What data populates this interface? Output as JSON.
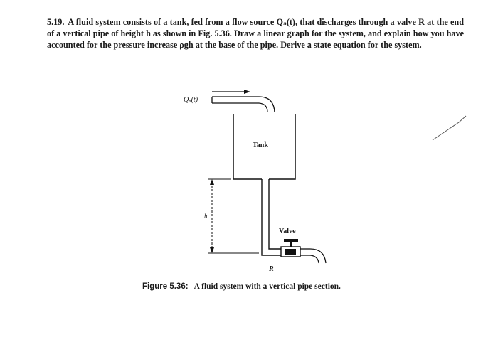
{
  "problem": {
    "number": "5.19.",
    "text": "A fluid system consists of a tank, fed from a flow source Qₛ(t), that discharges through a valve R at the end of a vertical pipe of height h as shown in Fig. 5.36. Draw a linear graph for the system, and explain how you have accounted for the pressure increase ρgh at the base of the pipe. Derive a state equation for the system."
  },
  "figure": {
    "source_label": "Qₛ(t)",
    "tank_label": "Tank",
    "height_label": "h",
    "valve_label": "Valve",
    "resistance_label": "R",
    "caption_label": "Figure 5.36:",
    "caption_text": "A fluid system with a vertical pipe section."
  }
}
